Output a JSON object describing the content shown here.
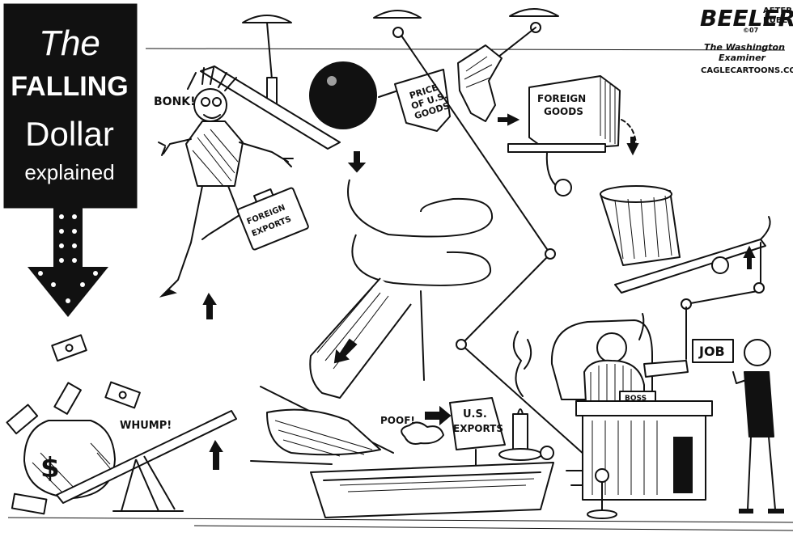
{
  "title": {
    "line1": "The",
    "line2": "FALLING",
    "line3": "Dollar",
    "line4": "explained"
  },
  "signature": {
    "artist": "BEELER",
    "after": "AFTER",
    "rube": "RUBE",
    "year": "©07",
    "paper1": "The Washington",
    "paper2": "Examiner",
    "site": "CAGLECARTOONS.COM"
  },
  "sounds": {
    "bonk": "BONK!",
    "whump": "WHUMP!",
    "poof": "POOF!"
  },
  "labels": {
    "briefcase_1": "FOREIGN",
    "briefcase_2": "EXPORTS",
    "flag_1": "PRICE",
    "flag_2": "OF U.S.",
    "flag_3": "GOODS",
    "box_1": "FOREIGN",
    "box_2": "GOODS",
    "sign_1": "U.S.",
    "sign_2": "EXPORTS",
    "job": "JOB",
    "boss": "BOSS",
    "money": "$"
  },
  "colors": {
    "ink": "#111111",
    "paper": "#ffffff",
    "title_bg": "#111111",
    "title_text": "#ffffff"
  }
}
